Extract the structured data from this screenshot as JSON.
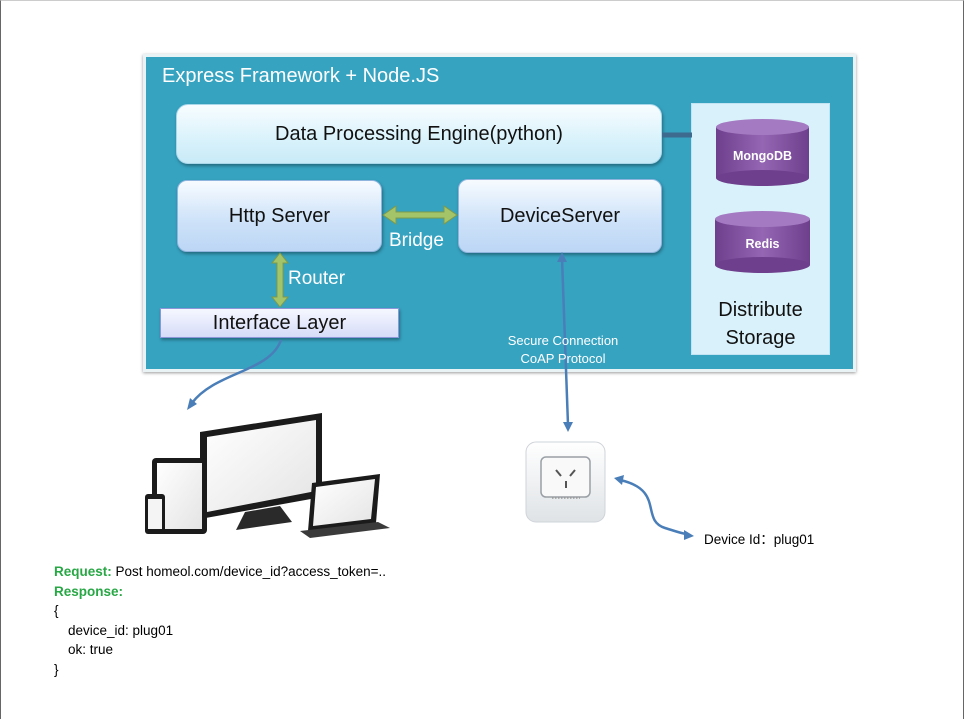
{
  "framework": {
    "title": "Express Framework + Node.JS"
  },
  "components": {
    "data_processing_engine": "Data Processing Engine(python)",
    "http_server": "Http Server",
    "device_server": "DeviceServer",
    "interface_layer": "Interface Layer"
  },
  "storage": {
    "label_line1": "Distribute",
    "label_line2": "Storage",
    "databases": [
      "MongoDB",
      "Redis"
    ]
  },
  "connections": {
    "bridge": "Bridge",
    "router": "Router",
    "secure_line1": "Secure Connection",
    "secure_line2": "CoAP Protocol"
  },
  "device": {
    "id_label": "Device Id：plug01"
  },
  "api": {
    "request_label": "Request:",
    "request_value": " Post homeol.com/device_id?access_token=..",
    "response_label": "Response:",
    "open_brace": "{",
    "line1": "device_id: plug01",
    "line2": "ok: true",
    "close_brace": "}"
  },
  "colors": {
    "framework_bg": "#36a3c1",
    "db_purple": "#8a5aa6",
    "connector_blue": "#4a7eb8",
    "arrow_green": "#9bbb59",
    "keyword_green": "#28a745"
  }
}
